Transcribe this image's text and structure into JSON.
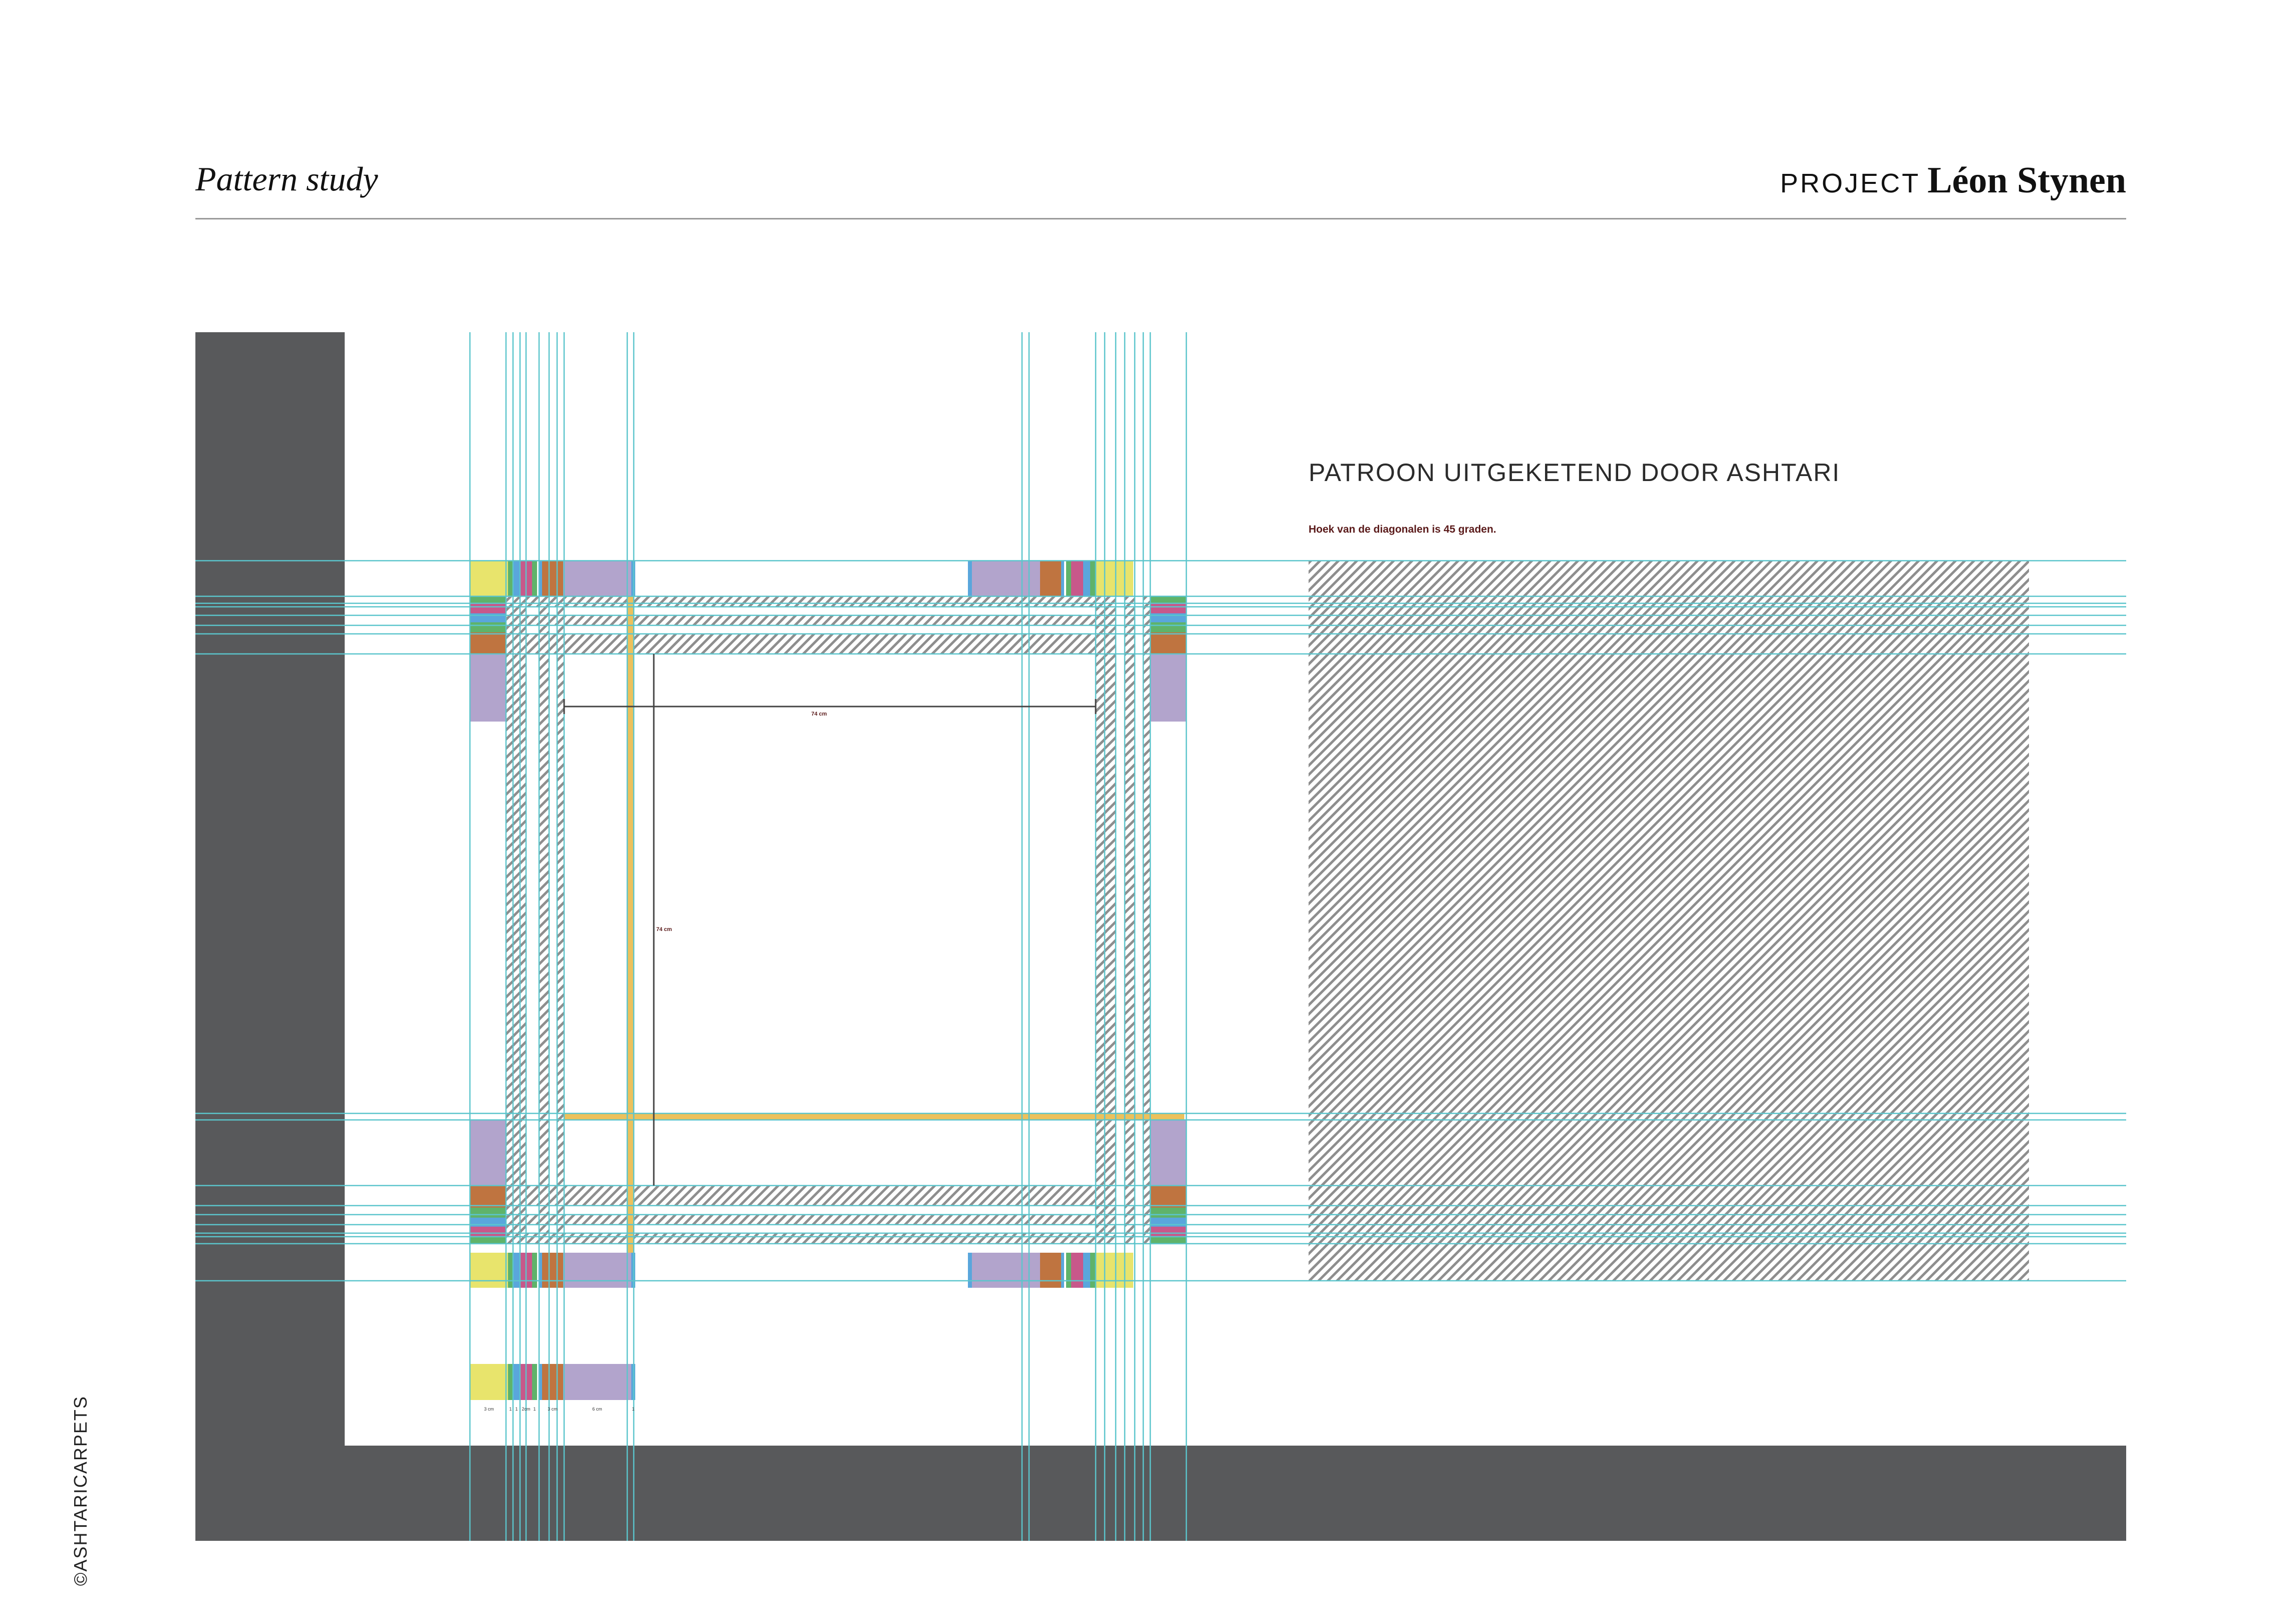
{
  "header": {
    "title": "Pattern study",
    "project_label": "PROJECT",
    "project_name": "Léon Stynen"
  },
  "drawing": {
    "heading": "PATROON UITGEKETEND DOOR ASHTARI",
    "note": "Hoek van de diagonalen is 45 graden.",
    "width_dimension": "74 cm",
    "height_dimension": "74 cm",
    "legend_dimensions": [
      "3 cm",
      "1",
      "1",
      "2cm",
      "1",
      "3 cm",
      "6 cm",
      "1"
    ]
  },
  "footer": {
    "copyright": "©ASHTARICARPETS"
  },
  "colors": {
    "frame": "#58595b",
    "guide": "#5bc5cc",
    "yellow": "#e8e46c",
    "purple": "#b2a4cc",
    "brown": "#bf7440",
    "magenta": "#c8588a",
    "green": "#5fb36a",
    "blue": "#5aa6dc",
    "gold": "#ecc15c",
    "hatch": "#8e8e8e",
    "note": "#5a1a1a"
  }
}
